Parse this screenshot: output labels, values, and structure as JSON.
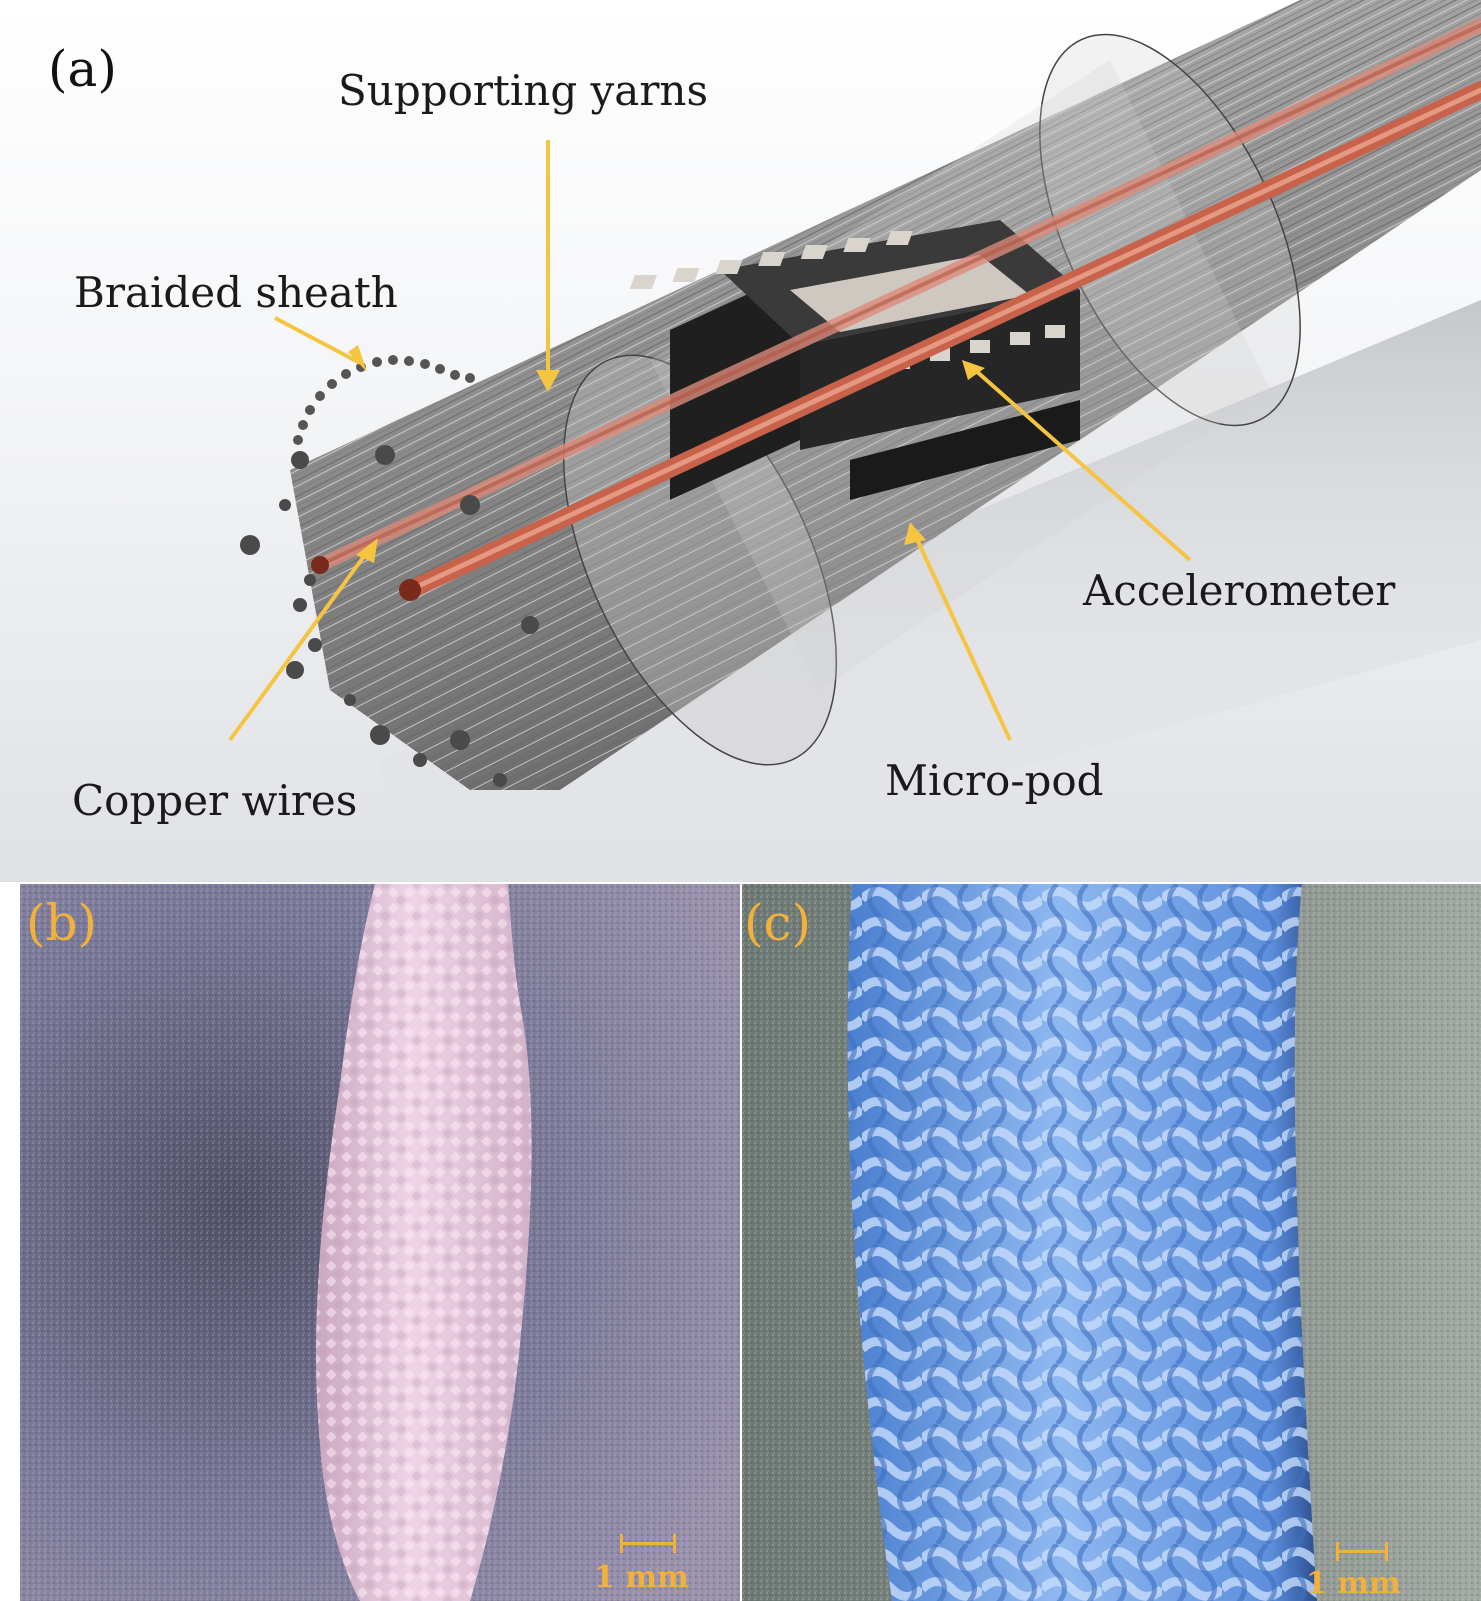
{
  "panel_a": {
    "letter": "(a)",
    "labels": {
      "supporting_yarns": "Supporting yarns",
      "braided_sheath": "Braided sheath",
      "accelerometer": "Accelerometer",
      "copper_wires": "Copper wires",
      "micro_pod": "Micro-pod"
    }
  },
  "panel_b": {
    "letter": "(b)",
    "scale": "1 mm"
  },
  "panel_c": {
    "letter": "(c)",
    "scale": "1 mm"
  },
  "colors": {
    "arrow": "#f5c542",
    "copper": "#c8624a",
    "yarn": "#9a9a9a",
    "chip": "#2e2e2e",
    "scale_label": "#f2b13a",
    "sheath_pink": "#e8c6dd",
    "sheath_blue": "#6f9ee2"
  }
}
